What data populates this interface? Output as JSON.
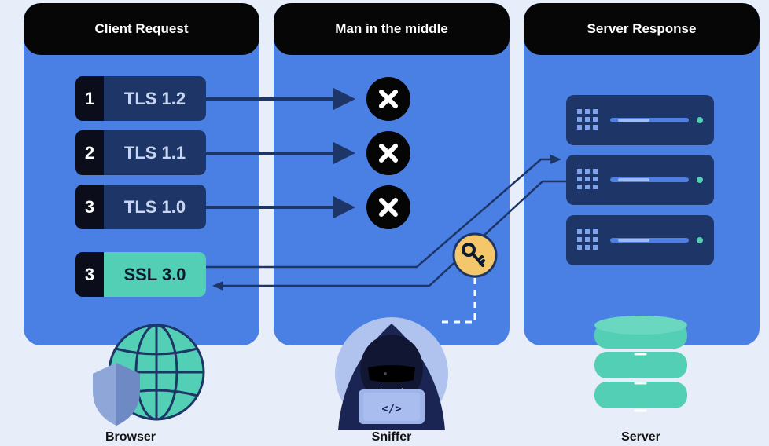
{
  "panels": [
    {
      "title": "Client Request"
    },
    {
      "title": "Man in the middle"
    },
    {
      "title": "Server Response"
    }
  ],
  "protocols": [
    {
      "num": "1",
      "label": "TLS 1.2",
      "status": "blocked"
    },
    {
      "num": "2",
      "label": "TLS 1.1",
      "status": "blocked"
    },
    {
      "num": "3",
      "label": "TLS 1.0",
      "status": "blocked"
    },
    {
      "num": "3",
      "label": "SSL 3.0",
      "status": "downgraded"
    }
  ],
  "icons": {
    "blocked": "x-circle-icon",
    "key": "key-icon",
    "browser": "globe-shield-icon",
    "attacker": "hacker-icon",
    "server": "server-rack-icon",
    "database": "database-icon"
  },
  "colors": {
    "panel": "#4a7fe3",
    "header": "#060606",
    "tls": "#1d3567",
    "ssl": "#52cfb4",
    "key": "#f3c76a"
  },
  "hacker": {
    "code_glyph": "</>"
  },
  "bottom_labels": [
    "Browser",
    "Sniffer",
    "Server"
  ]
}
